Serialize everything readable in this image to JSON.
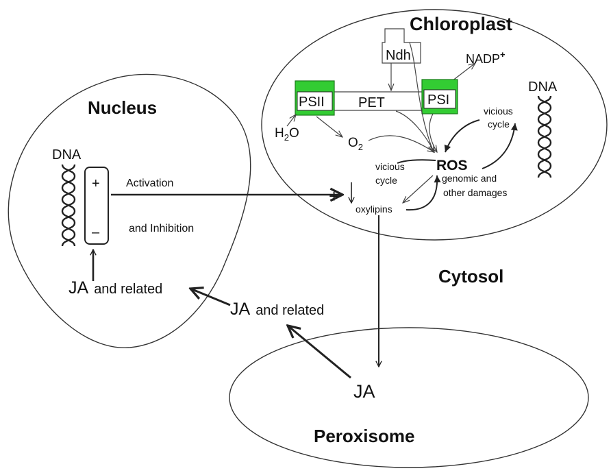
{
  "compartments": {
    "chloroplast": "Chloroplast",
    "nucleus": "Nucleus",
    "cytosol": "Cytosol",
    "peroxisome": "Peroxisome"
  },
  "chloroplast": {
    "ndh": "Ndh",
    "nadp_base": "NADP",
    "nadp_sup": "+",
    "psii": "PSII",
    "pet": "PET",
    "psi": "PSI",
    "dna": "DNA",
    "h2o_h": "H",
    "h2o_sub": "2",
    "h2o_o": "O",
    "o2_o": "O",
    "o2_sub": "2",
    "vicious_cycle_1a": "vicious",
    "vicious_cycle_1b": "cycle",
    "vicious_cycle_2a": "vicious",
    "vicious_cycle_2b": "cycle",
    "ros": "ROS",
    "damage_a": "genomic and",
    "damage_b": "other damages",
    "plus": "+",
    "oxylipins": "oxylipins"
  },
  "nucleus": {
    "dna": "DNA",
    "plus": "+",
    "minus": "–",
    "activation": "Activation",
    "inhibition": "and Inhibition",
    "ja": "JA",
    "related": "and related"
  },
  "cytosol_labels": {
    "ja": "JA",
    "related": "and related"
  },
  "peroxisome": {
    "ja": "JA"
  },
  "colors": {
    "psi_box": "#33cc33",
    "line": "#222222"
  }
}
